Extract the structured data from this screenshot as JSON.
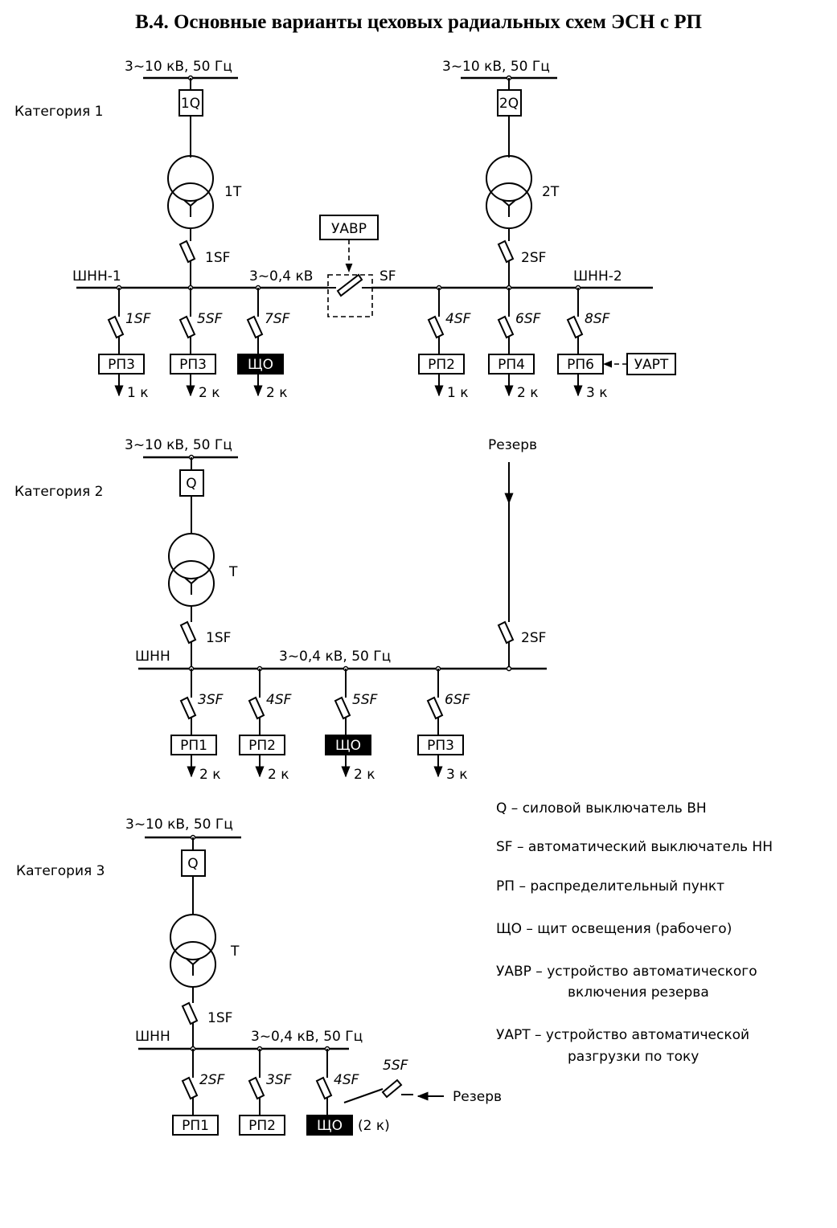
{
  "title": "В.4. Основные варианты цеховых радиальных схем ЭСН с РП",
  "cat1": {
    "category": "Категория 1",
    "hv_left": "3~10 кВ, 50 Гц",
    "hv_right": "3~10 кВ, 50 Гц",
    "q_left": "1Q",
    "q_right": "2Q",
    "t_left": "1T",
    "t_right": "2T",
    "sf_left": "1SF",
    "sf_right": "2SF",
    "bus_left": "ШНН-1",
    "bus_right": "ШНН-2",
    "bus_voltage": "3~0,4 кВ",
    "tie_sf": "SF",
    "uavr": "УАВР",
    "uart": "УАРТ",
    "feeders": [
      {
        "sf": "1SF",
        "load": "РП3",
        "cat": "1 к"
      },
      {
        "sf": "5SF",
        "load": "РП3",
        "cat": "2 к"
      },
      {
        "sf": "7SF",
        "load": "ЩО",
        "cat": "2 к"
      },
      {
        "sf": "4SF",
        "load": "РП2",
        "cat": "1 к"
      },
      {
        "sf": "6SF",
        "load": "РП4",
        "cat": "2 к"
      },
      {
        "sf": "8SF",
        "load": "РП6",
        "cat": "3 к"
      }
    ]
  },
  "cat2": {
    "category": "Категория 2",
    "hv": "3~10 кВ, 50 Гц",
    "reserve": "Резерв",
    "q": "Q",
    "t": "T",
    "sf_main": "1SF",
    "sf_reserve": "2SF",
    "bus": "ШНН",
    "bus_voltage": "3~0,4 кВ, 50 Гц",
    "feeders": [
      {
        "sf": "3SF",
        "load": "РП1",
        "cat": "2 к"
      },
      {
        "sf": "4SF",
        "load": "РП2",
        "cat": "2 к"
      },
      {
        "sf": "5SF",
        "load": "ЩО",
        "cat": "2 к"
      },
      {
        "sf": "6SF",
        "load": "РП3",
        "cat": "3 к"
      }
    ]
  },
  "cat3": {
    "category": "Категория 3",
    "hv": "3~10 кВ, 50 Гц",
    "q": "Q",
    "t": "T",
    "sf_main": "1SF",
    "bus": "ШНН",
    "bus_voltage": "3~0,4 кВ, 50 Гц",
    "sf_reserve": "5SF",
    "reserve": "Резерв",
    "feeders": [
      {
        "sf": "2SF",
        "load": "РП1"
      },
      {
        "sf": "3SF",
        "load": "РП2"
      },
      {
        "sf": "4SF",
        "load": "ЩО",
        "cat": "(2 к)"
      }
    ]
  },
  "legend": {
    "q": "Q  –  силовой выключатель ВН",
    "sf": "SF  –  автоматический выключатель НН",
    "rp": "РП  –  распределительный пункт",
    "scho": "ЩО  –  щит освещения (рабочего)",
    "uavr_1": "УАВР  –  устройство автоматического",
    "uavr_2": "включения резерва",
    "uart_1": "УАРТ  –  устройство автоматической",
    "uart_2": "разгрузки по току"
  }
}
